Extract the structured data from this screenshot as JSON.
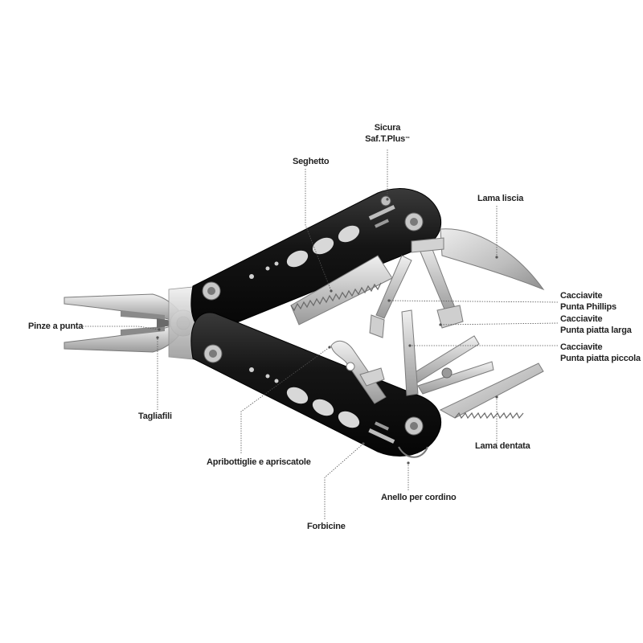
{
  "labels": {
    "sicura_line1": "Sicura",
    "sicura_line2": "Saf.T.Plus",
    "sicura_tm": "™",
    "seghetto": "Seghetto",
    "lama_liscia": "Lama liscia",
    "phillips_line1": "Cacciavite",
    "phillips_line2": "Punta Phillips",
    "piatta_larga_line1": "Cacciavite",
    "piatta_larga_line2": "Punta piatta larga",
    "piatta_piccola_line1": "Cacciavite",
    "piatta_piccola_line2": "Punta piatta piccola",
    "pinze": "Pinze a punta",
    "tagliafili": "Tagliafili",
    "lama_dentata": "Lama dentata",
    "apribottiglie": "Apribottiglie e apriscatole",
    "anello": "Anello per cordino",
    "forbicine": "Forbicine"
  },
  "colors": {
    "handle": "#1a1a1a",
    "steel_light": "#e2e2e2",
    "steel_mid": "#b9b9b9",
    "steel_dark": "#8a8a8a",
    "label": "#222222",
    "leader": "#555555"
  }
}
